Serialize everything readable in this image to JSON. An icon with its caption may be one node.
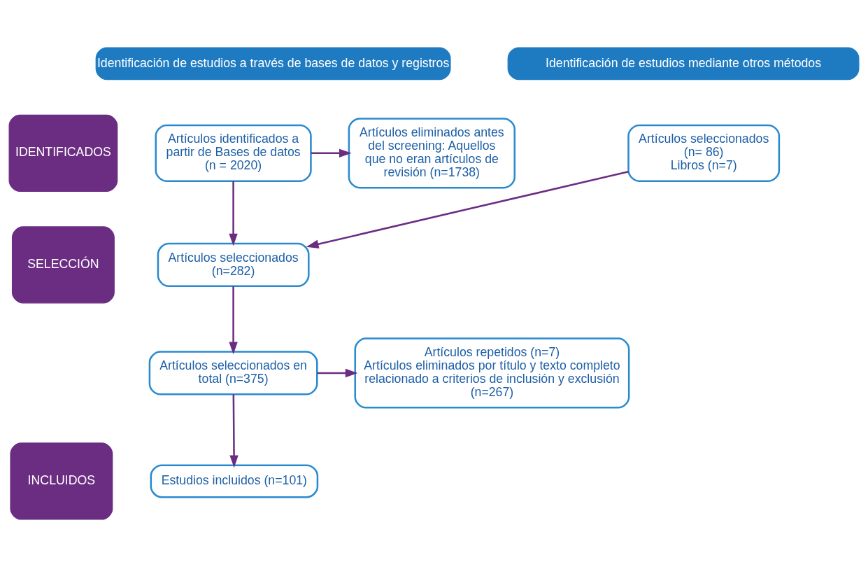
{
  "diagram": {
    "nodes": [
      {
        "text": [
          "Identificación de estudios a través de bases de datos y registros"
        ]
      },
      {
        "text": [
          "Identificación de estudios mediante otros métodos"
        ]
      },
      {
        "text": [
          "IDENTIFICADOS"
        ]
      },
      {
        "text": [
          "SELECCIÓN"
        ]
      },
      {
        "text": [
          "INCLUIDOS"
        ]
      },
      {
        "text": [
          "Artículos identificados a partir de Bases de datos (n = 2020)"
        ]
      },
      {
        "text": [
          "Artículos eliminados antes del screening: Aquellos que no eran artículos de revisión (n=1738)"
        ]
      },
      {
        "text": [
          "Artículos seleccionados (n= 86)",
          "Libros (n=7)"
        ]
      },
      {
        "text": [
          "Artículos seleccionados (n=282)"
        ]
      },
      {
        "text": [
          "Artículos seleccionados en total (n=375)"
        ]
      },
      {
        "text": [
          "Artículos repetidos (n=7)",
          "Artículos eliminados por título y texto completo relacionado a criterios de inclusión y exclusión (n=267)"
        ]
      },
      {
        "text": [
          "Estudios incluidos (n=101)"
        ]
      }
    ],
    "edges": [
      {
        "from": 5,
        "to": 6,
        "arrow": "to"
      },
      {
        "from": 5,
        "to": 8,
        "arrow": "to"
      },
      {
        "from": 7,
        "to": 8,
        "arrow": "to"
      },
      {
        "from": 8,
        "to": 9,
        "arrow": "to"
      },
      {
        "from": 9,
        "to": 10,
        "arrow": "to"
      },
      {
        "from": 9,
        "to": 11,
        "arrow": "to"
      }
    ]
  }
}
